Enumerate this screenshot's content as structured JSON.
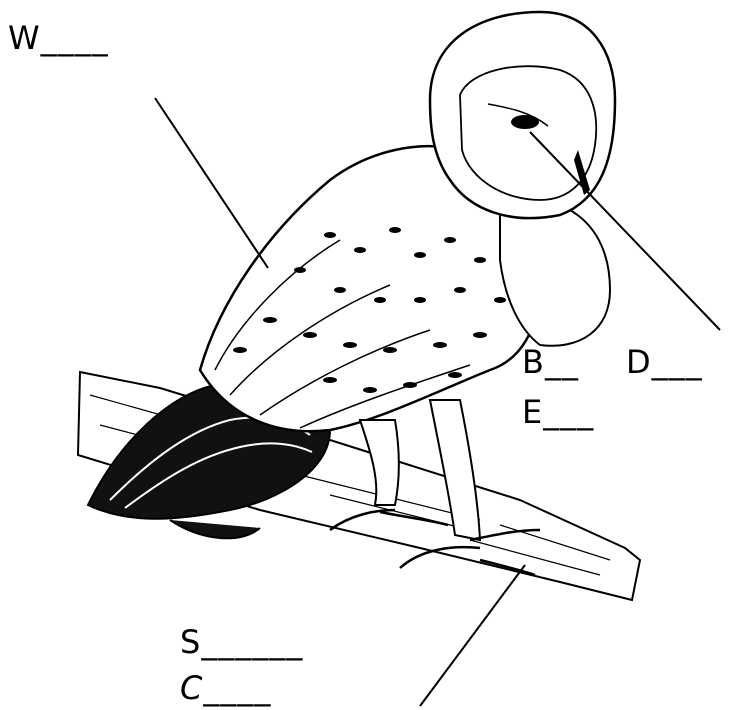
{
  "labels": {
    "w": "W____",
    "b": "B__",
    "d": "D___",
    "e": "E___",
    "s": "S______",
    "c": "C____"
  },
  "colors": {
    "ink": "#000000",
    "paper": "#ffffff",
    "gray": "#bdbdbd"
  }
}
